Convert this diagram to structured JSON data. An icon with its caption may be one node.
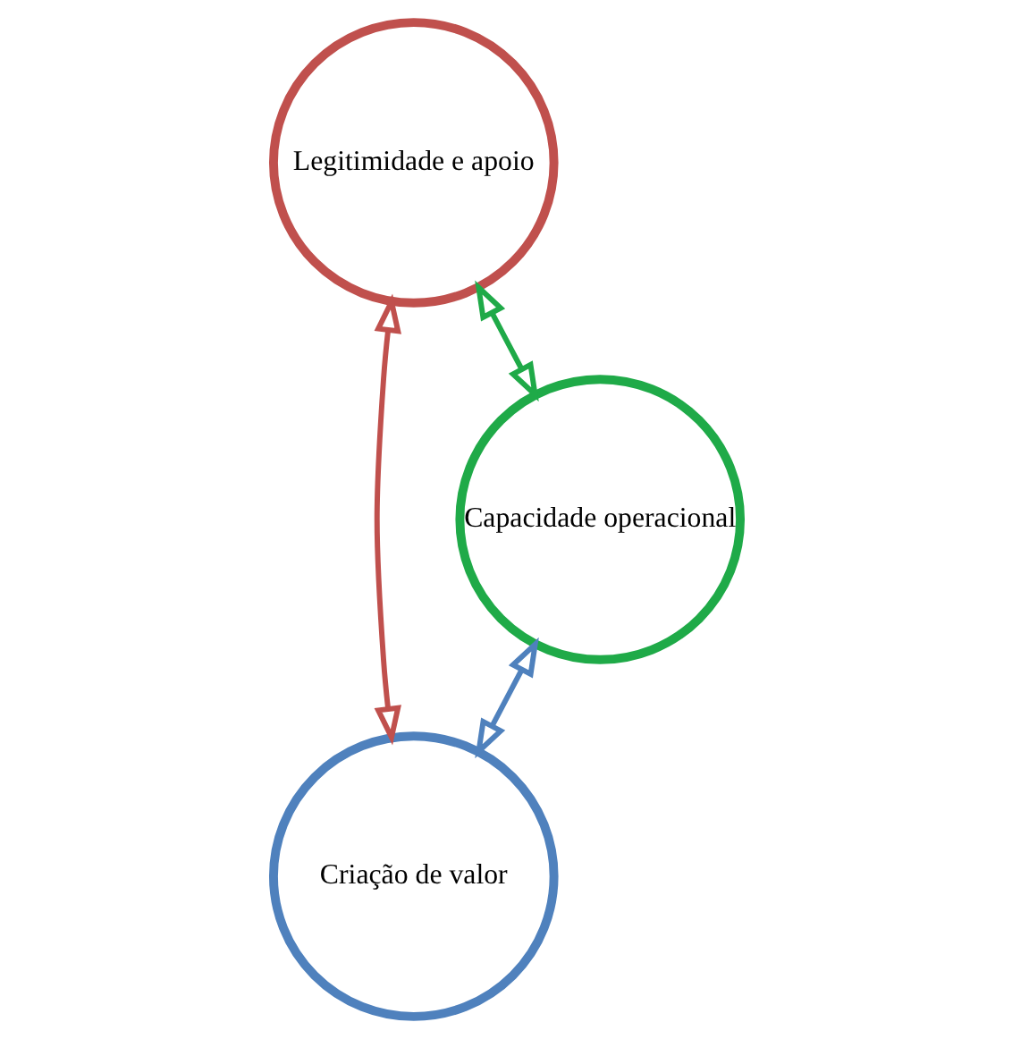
{
  "diagram": {
    "nodes": [
      {
        "text": [
          "Legitimidade e apoio"
        ]
      },
      {
        "text": [
          "Criação de valor"
        ]
      },
      {
        "text": [
          "Capacidade operacional"
        ]
      }
    ],
    "edges": [
      {
        "from": 0,
        "to": 1,
        "arrow": "both",
        "color": "#c0504d"
      },
      {
        "from": 0,
        "to": 2,
        "arrow": "both",
        "color": "#1faa48"
      },
      {
        "from": 2,
        "to": 1,
        "arrow": "both",
        "color": "#4f81bd"
      }
    ]
  }
}
